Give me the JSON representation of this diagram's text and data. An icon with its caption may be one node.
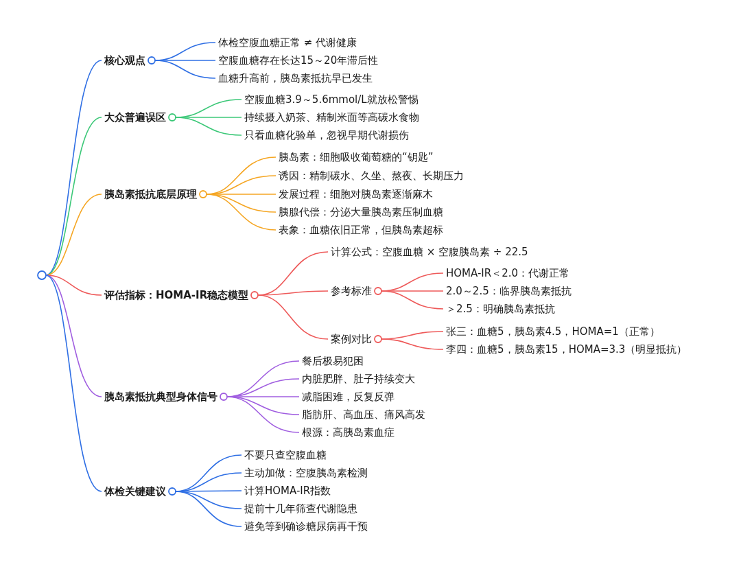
{
  "diagram": {
    "nodes": [
      {
        "text": [],
        "shape": "circle"
      },
      {
        "text": [
          "核心观点"
        ]
      },
      {
        "text": [
          "体检空腹血糖正常 ≠ 代谢健康"
        ]
      },
      {
        "text": [
          "空腹血糖存在长达15～20年滞后性"
        ]
      },
      {
        "text": [
          "血糖升高前，胰岛素抵抗早已发生"
        ]
      },
      {
        "text": [
          "大众普遍误区"
        ]
      },
      {
        "text": [
          "空腹血糖3.9～5.6mmol/L就放松警惕"
        ]
      },
      {
        "text": [
          "持续摄入奶茶、精制米面等高碳水食物"
        ]
      },
      {
        "text": [
          "只看血糖化验单，忽视早期代谢损伤"
        ]
      },
      {
        "text": [
          "胰岛素抵抗底层原理"
        ]
      },
      {
        "text": [
          "胰岛素：细胞吸收葡萄糖的“钥匙”"
        ]
      },
      {
        "text": [
          "诱因：精制碳水、久坐、熬夜、长期压力"
        ]
      },
      {
        "text": [
          "发展过程：细胞对胰岛素逐渐麻木"
        ]
      },
      {
        "text": [
          "胰腺代偿：分泌大量胰岛素压制血糖"
        ]
      },
      {
        "text": [
          "表象：血糖依旧正常，但胰岛素超标"
        ]
      },
      {
        "text": [
          "评估指标：HOMA-IR稳态模型"
        ]
      },
      {
        "text": [
          "计算公式：空腹血糖 × 空腹胰岛素 ÷ 22.5"
        ]
      },
      {
        "text": [
          "参考标准"
        ]
      },
      {
        "text": [
          "HOMA-IR＜2.0：代谢正常"
        ]
      },
      {
        "text": [
          "2.0～2.5：临界胰岛素抵抗"
        ]
      },
      {
        "text": [
          "＞2.5：明确胰岛素抵抗"
        ]
      },
      {
        "text": [
          "案例对比"
        ]
      },
      {
        "text": [
          "张三：血糖5，胰岛素4.5，HOMA=1（正常）"
        ]
      },
      {
        "text": [
          "李四：血糖5，胰岛素15，HOMA=3.3（明显抵抗）"
        ]
      },
      {
        "text": [
          "胰岛素抵抗典型身体信号"
        ]
      },
      {
        "text": [
          "餐后极易犯困"
        ]
      },
      {
        "text": [
          "内脏肥胖、肚子持续变大"
        ]
      },
      {
        "text": [
          "减脂困难，反复反弹"
        ]
      },
      {
        "text": [
          "脂肪肝、高血压、痛风高发"
        ]
      },
      {
        "text": [
          "根源：高胰岛素血症"
        ]
      },
      {
        "text": [
          "体检关键建议"
        ]
      },
      {
        "text": [
          "不要只查空腹血糖"
        ]
      },
      {
        "text": [
          "主动加做：空腹胰岛素检测"
        ]
      },
      {
        "text": [
          "计算HOMA-IR指数"
        ]
      },
      {
        "text": [
          "提前十几年筛查代谢隐患"
        ]
      },
      {
        "text": [
          "避免等到确诊糖尿病再干预"
        ]
      }
    ],
    "edges": [
      {
        "from": 0,
        "to": 1,
        "arrow": "none",
        "color": "#2f6fe4"
      },
      {
        "from": 1,
        "to": 2,
        "arrow": "none",
        "color": "#2f6fe4"
      },
      {
        "from": 1,
        "to": 3,
        "arrow": "none",
        "color": "#2f6fe4"
      },
      {
        "from": 1,
        "to": 4,
        "arrow": "none",
        "color": "#2f6fe4"
      },
      {
        "from": 0,
        "to": 5,
        "arrow": "none",
        "color": "#3cc878"
      },
      {
        "from": 5,
        "to": 6,
        "arrow": "none",
        "color": "#3cc878"
      },
      {
        "from": 5,
        "to": 7,
        "arrow": "none",
        "color": "#3cc878"
      },
      {
        "from": 5,
        "to": 8,
        "arrow": "none",
        "color": "#3cc878"
      },
      {
        "from": 0,
        "to": 9,
        "arrow": "none",
        "color": "#f5a623"
      },
      {
        "from": 9,
        "to": 10,
        "arrow": "none",
        "color": "#f5a623"
      },
      {
        "from": 9,
        "to": 11,
        "arrow": "none",
        "color": "#f5a623"
      },
      {
        "from": 9,
        "to": 12,
        "arrow": "none",
        "color": "#f5a623"
      },
      {
        "from": 9,
        "to": 13,
        "arrow": "none",
        "color": "#f5a623"
      },
      {
        "from": 9,
        "to": 14,
        "arrow": "none",
        "color": "#f5a623"
      },
      {
        "from": 0,
        "to": 15,
        "arrow": "none",
        "color": "#ee5a5a"
      },
      {
        "from": 15,
        "to": 16,
        "arrow": "none",
        "color": "#ee5a5a"
      },
      {
        "from": 15,
        "to": 17,
        "arrow": "none",
        "color": "#ee5a5a"
      },
      {
        "from": 17,
        "to": 18,
        "arrow": "none",
        "color": "#ee5a5a"
      },
      {
        "from": 17,
        "to": 19,
        "arrow": "none",
        "color": "#ee5a5a"
      },
      {
        "from": 17,
        "to": 20,
        "arrow": "none",
        "color": "#ee5a5a"
      },
      {
        "from": 15,
        "to": 21,
        "arrow": "none",
        "color": "#ee5a5a"
      },
      {
        "from": 21,
        "to": 22,
        "arrow": "none",
        "color": "#ee5a5a"
      },
      {
        "from": 21,
        "to": 23,
        "arrow": "none",
        "color": "#ee5a5a"
      },
      {
        "from": 0,
        "to": 24,
        "arrow": "none",
        "color": "#a05ee0"
      },
      {
        "from": 24,
        "to": 25,
        "arrow": "none",
        "color": "#a05ee0"
      },
      {
        "from": 24,
        "to": 26,
        "arrow": "none",
        "color": "#a05ee0"
      },
      {
        "from": 24,
        "to": 27,
        "arrow": "none",
        "color": "#a05ee0"
      },
      {
        "from": 24,
        "to": 28,
        "arrow": "none",
        "color": "#a05ee0"
      },
      {
        "from": 24,
        "to": 29,
        "arrow": "none",
        "color": "#a05ee0"
      },
      {
        "from": 0,
        "to": 30,
        "arrow": "none",
        "color": "#2f6fe4"
      },
      {
        "from": 30,
        "to": 31,
        "arrow": "none",
        "color": "#2f6fe4"
      },
      {
        "from": 30,
        "to": 32,
        "arrow": "none",
        "color": "#2f6fe4"
      },
      {
        "from": 30,
        "to": 33,
        "arrow": "none",
        "color": "#2f6fe4"
      },
      {
        "from": 30,
        "to": 34,
        "arrow": "none",
        "color": "#2f6fe4"
      },
      {
        "from": 30,
        "to": 35,
        "arrow": "none",
        "color": "#2f6fe4"
      }
    ]
  }
}
